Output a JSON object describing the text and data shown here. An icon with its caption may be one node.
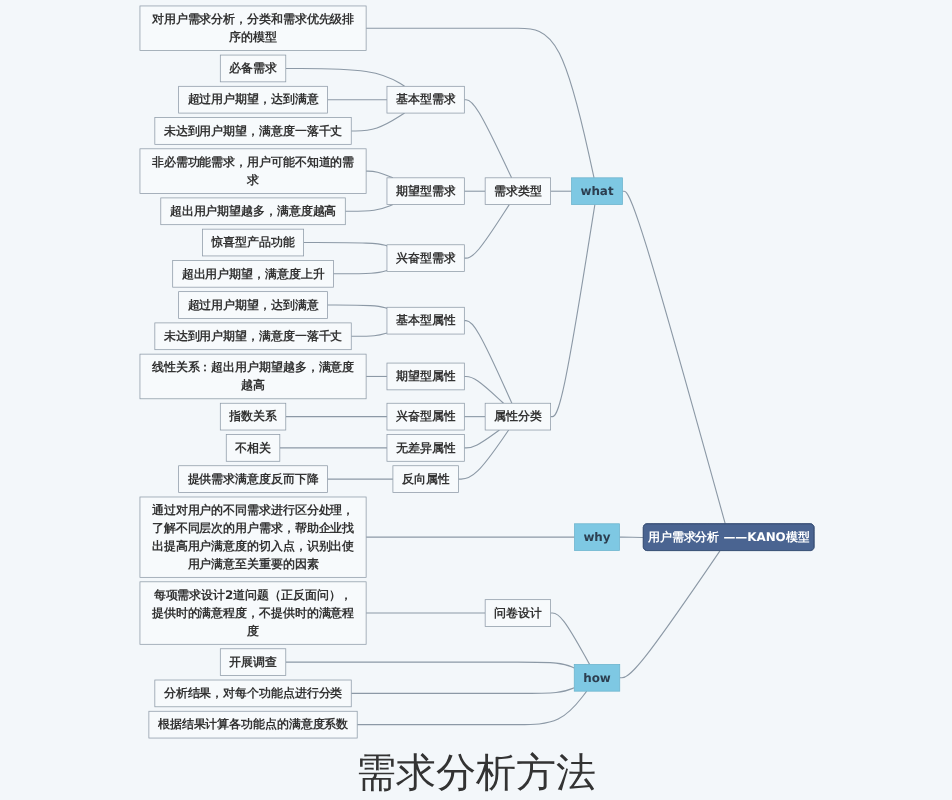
{
  "diagram": {
    "caption": "需求分析方法",
    "nodes": [
      {
        "text": [
          "用户需求分析 ——KANO模型"
        ]
      },
      {
        "text": [
          "what"
        ]
      },
      {
        "text": [
          "对用户需求分析，分类和需求优先级排序的模型"
        ]
      },
      {
        "text": [
          "需求类型"
        ]
      },
      {
        "text": [
          "基本型需求"
        ]
      },
      {
        "text": [
          "必备需求"
        ]
      },
      {
        "text": [
          "超过用户期望，达到满意"
        ]
      },
      {
        "text": [
          "未达到用户期望，满意度一落千丈"
        ]
      },
      {
        "text": [
          "期望型需求"
        ]
      },
      {
        "text": [
          "非必需功能需求，用户可能不知道的需求"
        ]
      },
      {
        "text": [
          "超出用户期望越多，满意度越高"
        ]
      },
      {
        "text": [
          "兴奋型需求"
        ]
      },
      {
        "text": [
          "惊喜型产品功能"
        ]
      },
      {
        "text": [
          "超出用户期望，满意度上升"
        ]
      },
      {
        "text": [
          "属性分类"
        ]
      },
      {
        "text": [
          "基本型属性"
        ]
      },
      {
        "text": [
          "超过用户期望，达到满意"
        ]
      },
      {
        "text": [
          "未达到用户期望，满意度一落千丈"
        ]
      },
      {
        "text": [
          "期望型属性"
        ]
      },
      {
        "text": [
          "线性关系：超出用户期望越多，满意度越高"
        ]
      },
      {
        "text": [
          "兴奋型属性"
        ]
      },
      {
        "text": [
          "指数关系"
        ]
      },
      {
        "text": [
          "无差异属性"
        ]
      },
      {
        "text": [
          "不相关"
        ]
      },
      {
        "text": [
          "反向属性"
        ]
      },
      {
        "text": [
          "提供需求满意度反而下降"
        ]
      },
      {
        "text": [
          "why"
        ]
      },
      {
        "text": [
          "通过对用户的不同需求进行区分处理，了解不同层次的用户需求，帮助企业找出提高用户满意度的切入点，识别出使用户满意至关重要的因素"
        ]
      },
      {
        "text": [
          "how"
        ]
      },
      {
        "text": [
          "问卷设计"
        ]
      },
      {
        "text": [
          "每项需求设计2道问题（正反面问），提供时的满意程度，不提供时的满意程度"
        ]
      },
      {
        "text": [
          "开展调查"
        ]
      },
      {
        "text": [
          "分析结果，对每个功能点进行分类"
        ]
      },
      {
        "text": [
          "根据结果计算各功能点的满意度系数"
        ]
      }
    ],
    "edges": [
      {
        "from": 0,
        "to": 1,
        "arrow": "none"
      },
      {
        "from": 1,
        "to": 2,
        "arrow": "none"
      },
      {
        "from": 1,
        "to": 3,
        "arrow": "none"
      },
      {
        "from": 3,
        "to": 4,
        "arrow": "none"
      },
      {
        "from": 4,
        "to": 5,
        "arrow": "none"
      },
      {
        "from": 4,
        "to": 6,
        "arrow": "none"
      },
      {
        "from": 4,
        "to": 7,
        "arrow": "none"
      },
      {
        "from": 3,
        "to": 8,
        "arrow": "none"
      },
      {
        "from": 8,
        "to": 9,
        "arrow": "none"
      },
      {
        "from": 8,
        "to": 10,
        "arrow": "none"
      },
      {
        "from": 3,
        "to": 11,
        "arrow": "none"
      },
      {
        "from": 11,
        "to": 12,
        "arrow": "none"
      },
      {
        "from": 11,
        "to": 13,
        "arrow": "none"
      },
      {
        "from": 1,
        "to": 14,
        "arrow": "none"
      },
      {
        "from": 14,
        "to": 15,
        "arrow": "none"
      },
      {
        "from": 15,
        "to": 16,
        "arrow": "none"
      },
      {
        "from": 15,
        "to": 17,
        "arrow": "none"
      },
      {
        "from": 14,
        "to": 18,
        "arrow": "none"
      },
      {
        "from": 18,
        "to": 19,
        "arrow": "none"
      },
      {
        "from": 14,
        "to": 20,
        "arrow": "none"
      },
      {
        "from": 20,
        "to": 21,
        "arrow": "none"
      },
      {
        "from": 14,
        "to": 22,
        "arrow": "none"
      },
      {
        "from": 22,
        "to": 23,
        "arrow": "none"
      },
      {
        "from": 14,
        "to": 24,
        "arrow": "none"
      },
      {
        "from": 24,
        "to": 25,
        "arrow": "none"
      },
      {
        "from": 0,
        "to": 26,
        "arrow": "none"
      },
      {
        "from": 26,
        "to": 27,
        "arrow": "none"
      },
      {
        "from": 0,
        "to": 28,
        "arrow": "none"
      },
      {
        "from": 28,
        "to": 29,
        "arrow": "none"
      },
      {
        "from": 29,
        "to": 30,
        "arrow": "none"
      },
      {
        "from": 28,
        "to": 31,
        "arrow": "none"
      },
      {
        "from": 28,
        "to": 32,
        "arrow": "none"
      },
      {
        "from": 28,
        "to": 33,
        "arrow": "none"
      }
    ]
  }
}
